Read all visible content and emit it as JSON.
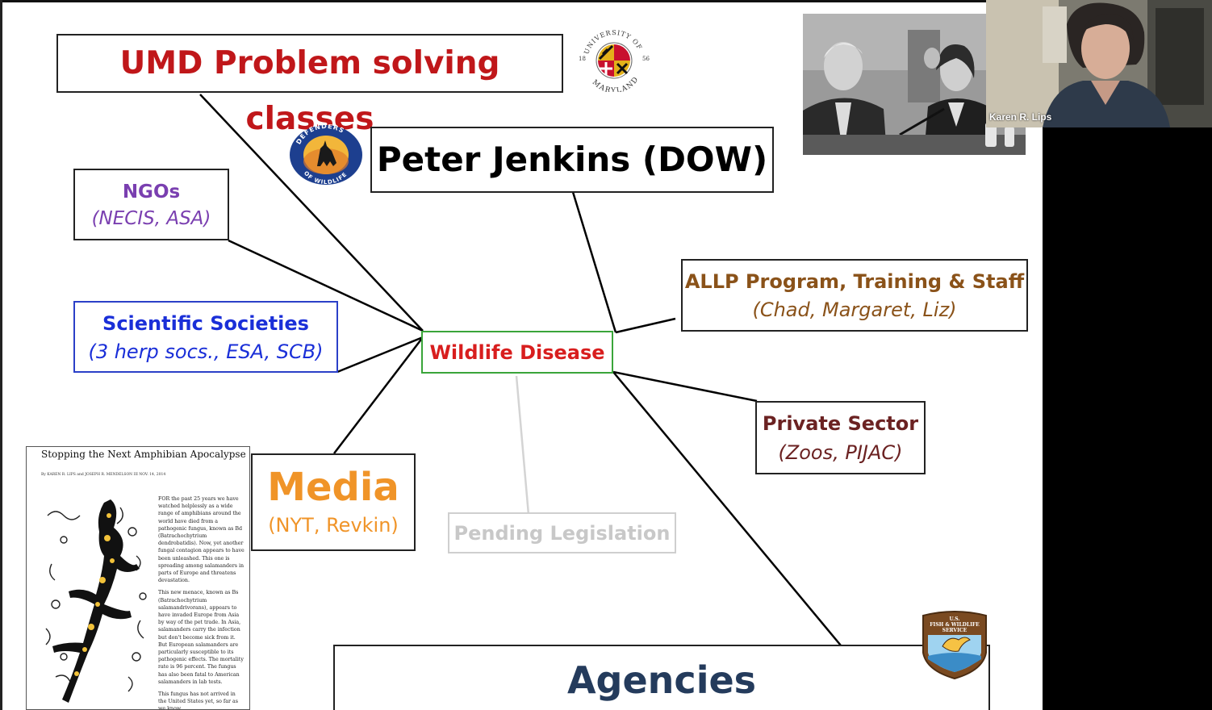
{
  "nodes": {
    "center": {
      "label": "Wildlife Disease"
    },
    "umd": {
      "label": "UMD Problem solving classes"
    },
    "dow": {
      "label": "Peter Jenkins (DOW)"
    },
    "ngos": {
      "title": "NGOs",
      "subtitle": "(NECIS, ASA)"
    },
    "sci": {
      "title": "Scientific Societies",
      "subtitle": "(3 herp socs., ESA, SCB)"
    },
    "allp": {
      "title": "ALLP Program, Training & Staff",
      "subtitle": "(Chad, Margaret, Liz)"
    },
    "private": {
      "title": "Private Sector",
      "subtitle": "(Zoos, PIJAC)"
    },
    "media": {
      "title": "Media",
      "subtitle": "(NYT, Revkin)"
    },
    "pending": {
      "label": "Pending Legislation"
    },
    "agencies": {
      "label": "Agencies"
    }
  },
  "colors": {
    "center": "#d81e1e",
    "center_border": "#3aa53a",
    "umd": "#c0171a",
    "ngos_title": "#7a3fb0",
    "ngos_sub": "#7a3fb0",
    "sci": "#1a2fd8",
    "sci_border": "#2b40c8",
    "allp": "#8a5219",
    "private": "#6b2222",
    "media": "#f09428",
    "pending": "#c8c8c8",
    "agencies": "#243b5c"
  },
  "logos": {
    "umd": {
      "icon": "university-of-maryland-seal-icon",
      "top_text": "UNIVERSITY OF",
      "bottom_text": "MARYLAND",
      "year_left": "18",
      "year_right": "56"
    },
    "dow": {
      "icon": "defenders-of-wildlife-wolf-icon",
      "top_text": "DEFENDERS",
      "bottom_text": "OF WILDLIFE"
    },
    "fws": {
      "icon": "us-fish-wildlife-service-shield-icon",
      "line1": "U.S.",
      "line2": "FISH & WILDLIFE",
      "line3": "SERVICE"
    }
  },
  "article": {
    "title": "Stopping the Next Amphibian Apocalypse",
    "byline": "By KAREN R. LIPS and JOSEPH R. MENDELSON III   NOV. 14, 2014",
    "paragraphs": [
      "FOR the past 25 years we have watched helplessly as a wide range of amphibians around the world have died from a pathogenic fungus, known as Bd (Batrachochytrium dendrobatidis). Now, yet another fungal contagion appears to have been unleashed. This one is spreading among salamanders in parts of Europe and threatens devastation.",
      "This new menace, known as Bs (Batrachochytrium salamandrivorans), appears to have invaded Europe from Asia by way of the pet trade. In Asia, salamanders carry the infection but don't become sick from it. But European salamanders are particularly susceptible to its pathogenic effects. The mortality rate is 96 percent. The fungus has also been fatal to American salamanders in lab tests.",
      "This fungus has not arrived in the United States yet, so far as we know."
    ]
  },
  "video": {
    "participant": "Karen R. Lips"
  }
}
